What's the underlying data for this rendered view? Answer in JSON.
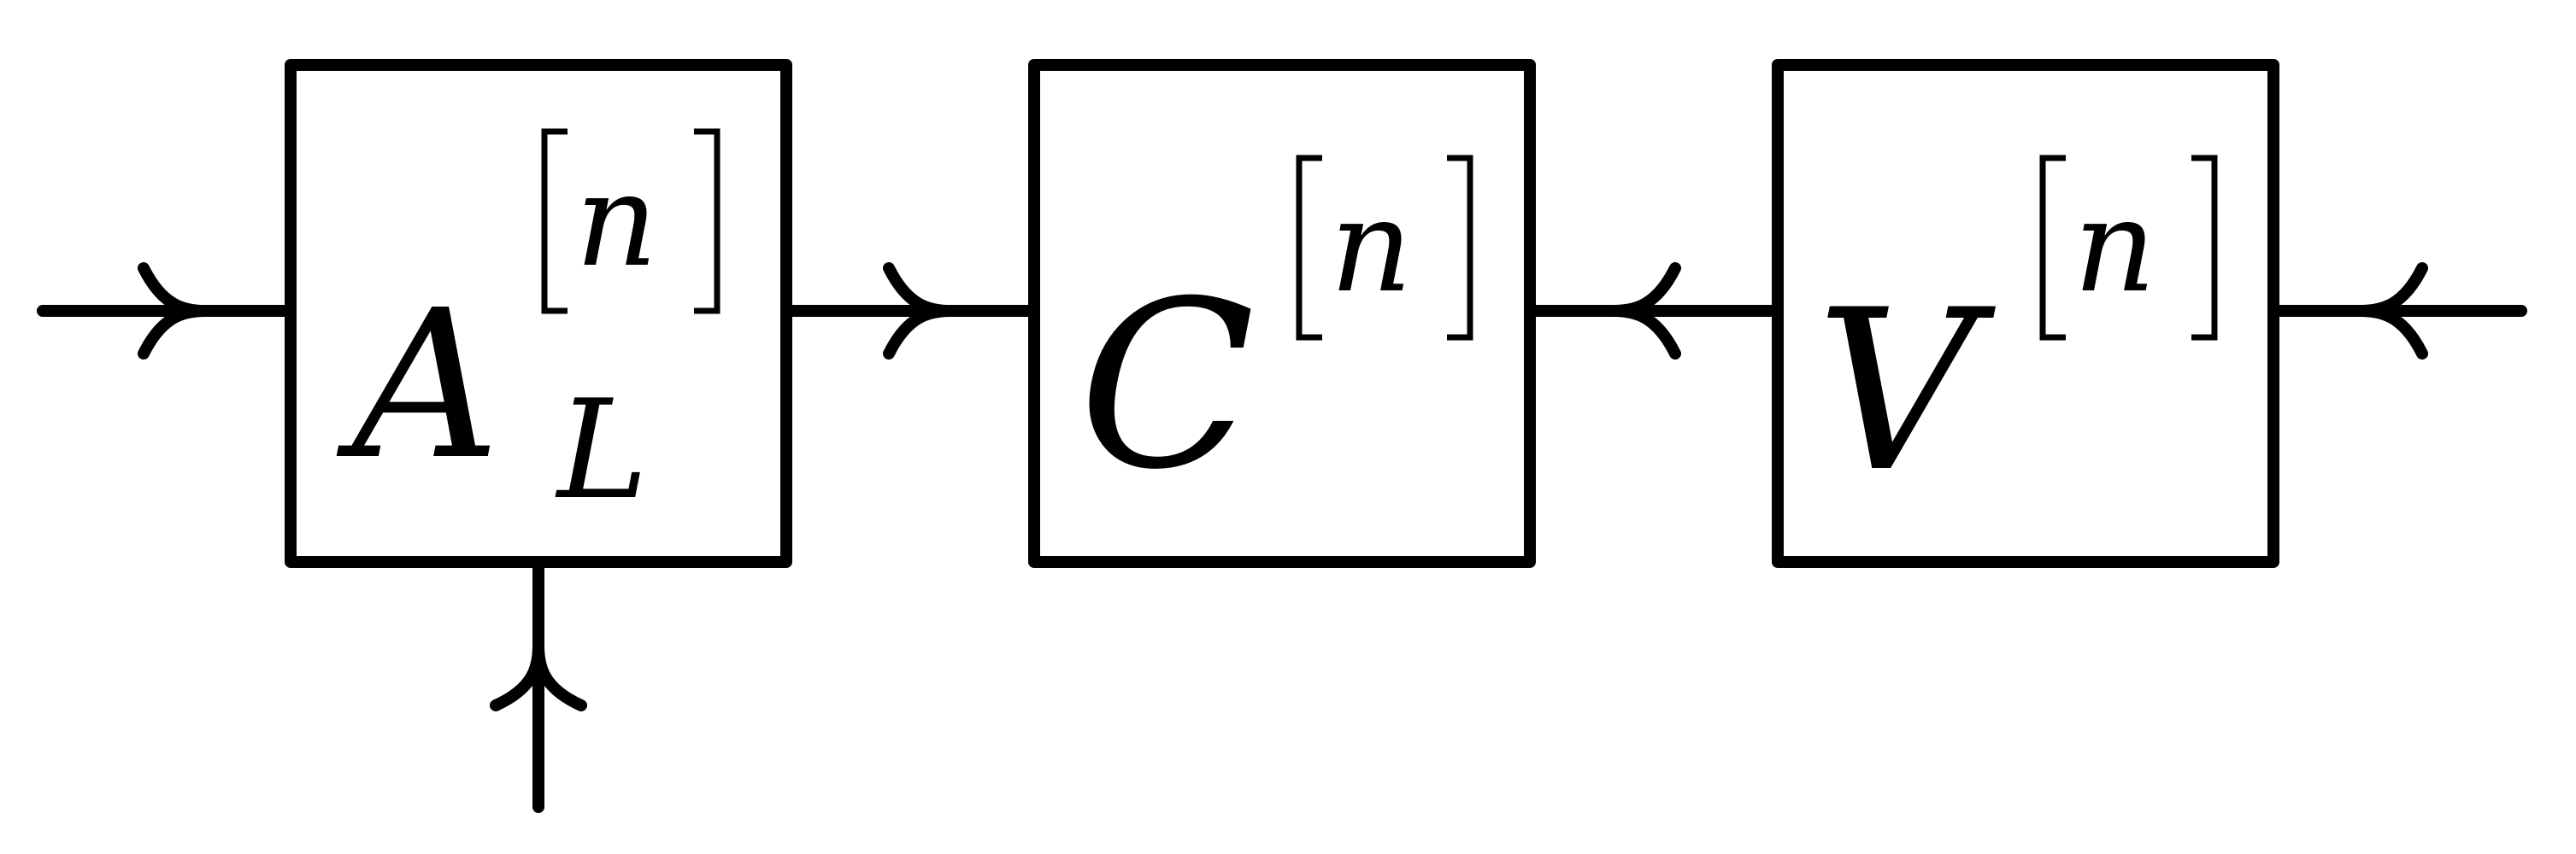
{
  "colors": {
    "ink": "#000000",
    "background": "#ffffff"
  },
  "tensors": [
    {
      "symbol": "A",
      "subscript": "L",
      "superscript": "n",
      "brackets": [
        "[",
        "]"
      ]
    },
    {
      "symbol": "C",
      "subscript": "",
      "superscript": "n",
      "brackets": [
        "[",
        "]"
      ]
    },
    {
      "symbol": "V",
      "subscript": "",
      "superscript": "n",
      "brackets": [
        "[",
        "]"
      ]
    }
  ]
}
